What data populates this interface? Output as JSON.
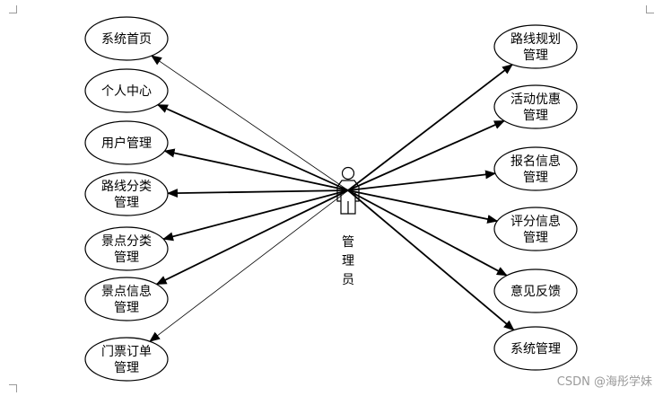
{
  "actor": {
    "label_chars": [
      "管",
      "理",
      "员"
    ]
  },
  "left_use_cases": [
    {
      "lines": [
        "系统首页"
      ]
    },
    {
      "lines": [
        "个人中心"
      ]
    },
    {
      "lines": [
        "用户管理"
      ]
    },
    {
      "lines": [
        "路线分类",
        "管理"
      ]
    },
    {
      "lines": [
        "景点分类",
        "管理"
      ]
    },
    {
      "lines": [
        "景点信息",
        "管理"
      ]
    },
    {
      "lines": [
        "门票订单",
        "管理"
      ]
    }
  ],
  "right_use_cases": [
    {
      "lines": [
        "路线规划",
        "管理"
      ]
    },
    {
      "lines": [
        "活动优惠",
        "管理"
      ]
    },
    {
      "lines": [
        "报名信息",
        "管理"
      ]
    },
    {
      "lines": [
        "评分信息",
        "管理"
      ]
    },
    {
      "lines": [
        "意见反馈"
      ]
    },
    {
      "lines": [
        "系统管理"
      ]
    }
  ],
  "watermark": "CSDN @海彤学妹"
}
